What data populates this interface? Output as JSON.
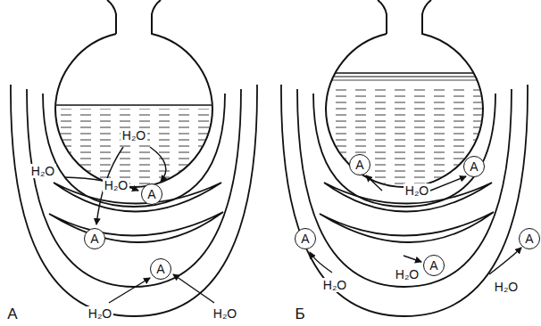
{
  "diagram": {
    "nodes": [
      {
        "text": [
          "A"
        ]
      },
      {
        "text": [
          "A"
        ]
      },
      {
        "text": [
          "A"
        ]
      },
      {
        "text": [
          "A"
        ]
      },
      {
        "text": [
          "A"
        ]
      },
      {
        "text": [
          "A"
        ]
      },
      {
        "text": [
          "A"
        ]
      },
      {
        "text": [
          "A"
        ]
      }
    ],
    "labels": [
      "H₂O",
      "H₂O",
      "H₂O",
      "H₂O",
      "H₂O",
      "А",
      "H₂O",
      "H₂O",
      "H₂O",
      "H₂O",
      "Б"
    ]
  }
}
